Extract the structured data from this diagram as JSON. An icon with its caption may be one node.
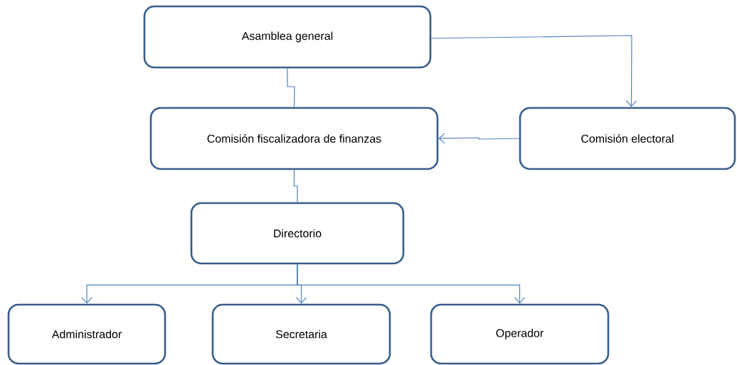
{
  "diagram": {
    "nodes": [
      {
        "text": [
          "Asamblea general"
        ]
      },
      {
        "text": [
          "Comisión fiscalizadora de finanzas"
        ]
      },
      {
        "text": [
          "Comisión electoral"
        ]
      },
      {
        "text": [
          "Directorio"
        ]
      },
      {
        "text": [
          "Administrador"
        ]
      },
      {
        "text": [
          "Secretaria"
        ]
      },
      {
        "text": [
          "Operador"
        ]
      }
    ],
    "edges": [
      {
        "from": 0,
        "to": 1,
        "arrow": "none"
      },
      {
        "from": 0,
        "to": 2,
        "arrow": "to"
      },
      {
        "from": 2,
        "to": 1,
        "arrow": "to"
      },
      {
        "from": 1,
        "to": 3,
        "arrow": "none"
      },
      {
        "from": 3,
        "to": 4,
        "arrow": "to"
      },
      {
        "from": 3,
        "to": 5,
        "arrow": "to"
      },
      {
        "from": 3,
        "to": 6,
        "arrow": "to"
      }
    ]
  }
}
